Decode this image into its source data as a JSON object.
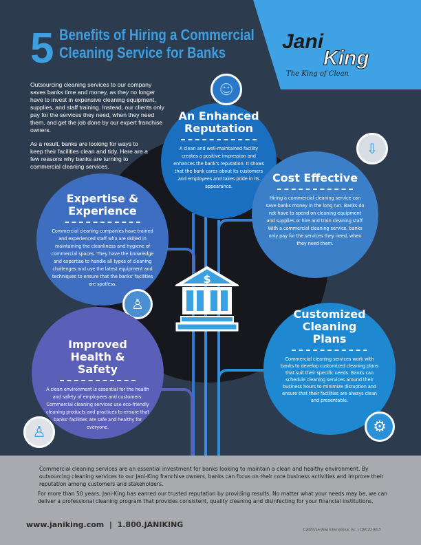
{
  "header": {
    "number": "5",
    "title": "Benefits of Hiring a Commercial Cleaning Service for Banks"
  },
  "logo": {
    "brand_top": "Jani",
    "brand_bottom": "King",
    "tagline": "The King of Clean"
  },
  "intro": [
    "Outsourcing cleaning services to our company saves banks time and money, as they no longer have to invest in expensive cleaning equipment, supplies, and staff training. Instead, our clients only pay for the services they need, when they need them, and get the job done by our expert franchise owners.",
    "As a result, banks are looking for ways to keep their facilities clean and tidy. Here are a few reasons why banks are turning to commercial cleaning services."
  ],
  "benefits": [
    {
      "title": "An Enhanced Reputation",
      "text": "A clean and well-maintained facility creates a positive impression and enhances the bank's reputation. It shows that the bank cares about its customers and employees and takes pride in its appearance.",
      "icon": "person-stars-icon",
      "color": "#1b6fc0"
    },
    {
      "title": "Cost Effective",
      "text": "Hiring a commercial cleaning service can save banks money in the long run. Banks do not have to spend on cleaning equipment and supplies or hire and train cleaning staff. With a commercial cleaning service, banks only pay for the services they need, when they need them.",
      "icon": "dollar-down-arrow-icon",
      "color": "#3a7fc8"
    },
    {
      "title": "Expertise & Experience",
      "text": "Commercial cleaning companies have trained and experienced staff who are skilled in maintaining the cleanliness and hygiene of commercial spaces. They have the knowledge and expertise to handle all types of cleaning challenges and use the latest equipment and techniques to ensure that the banks' facilities are spotless.",
      "icon": "worker-icon",
      "color": "#3d6ec0"
    },
    {
      "title": "Customized Cleaning Plans",
      "text": "Commercial cleaning services work with banks to develop customized cleaning plans that suit their specific needs. Banks can schedule cleaning services around their business hours to minimize disruption and ensure that their facilities are always clean and presentable.",
      "icon": "gears-icon",
      "color": "#1e88d0"
    },
    {
      "title": "Improved Health & Safety",
      "text": "A clean environment is essential for the health and safety of employees and customers. Commercial cleaning services use eco-friendly cleaning products and practices to ensure that banks' facilities are safe and healthy for everyone.",
      "icon": "person-check-icon",
      "color": "#5a5fb8"
    }
  ],
  "center_icon": "bank-icon",
  "footer": {
    "paragraphs": [
      "Commercial cleaning services are an essential investment for banks looking to maintain a clean and healthy environment. By outsourcing cleaning services to our Jani-King franchise owners, banks can focus on their core business activities and improve their reputation among customers and stakeholders.",
      "For more than 50 years, Jani-King has earned our trusted reputation by providing results. No matter what your needs may be, we can deliver a professional cleaning program that provides consistent, quality cleaning and disinfecting for your financial institutions."
    ],
    "contact": "www.janiking.com  |  1.800.JANIKING",
    "copyright": "©2023 Jani-King International, Inc.  |  CD0123-0015"
  }
}
